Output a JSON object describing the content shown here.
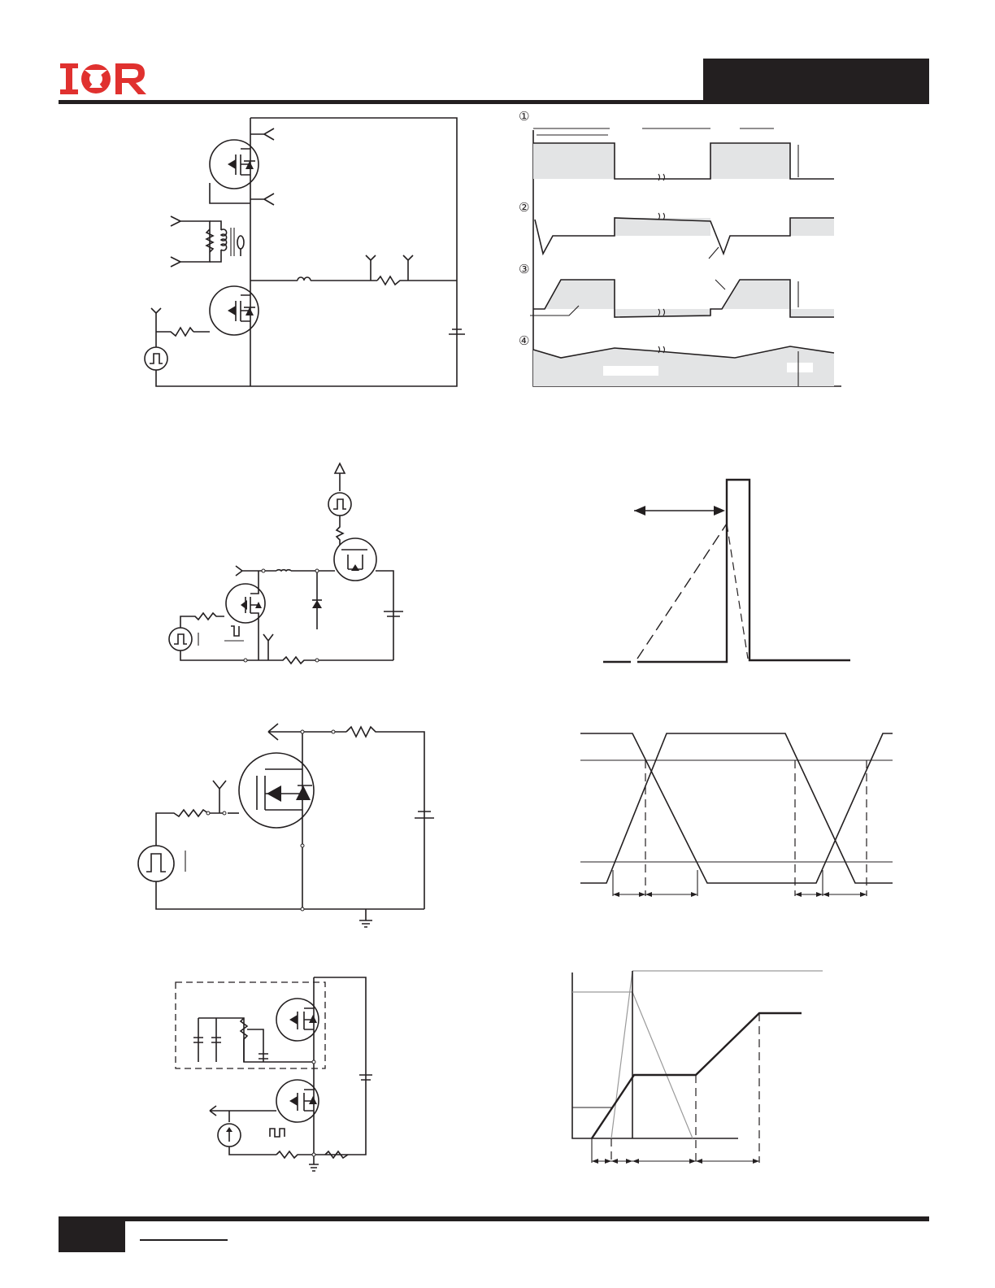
{
  "logo": {
    "brand_icon": "ior-logo",
    "color": "#e0312f"
  },
  "colors": {
    "ink": "#231f20",
    "shade": "#e3e4e5",
    "logo_red": "#e0312f"
  },
  "waveform_markers": [
    "①",
    "②",
    "③",
    "④"
  ]
}
